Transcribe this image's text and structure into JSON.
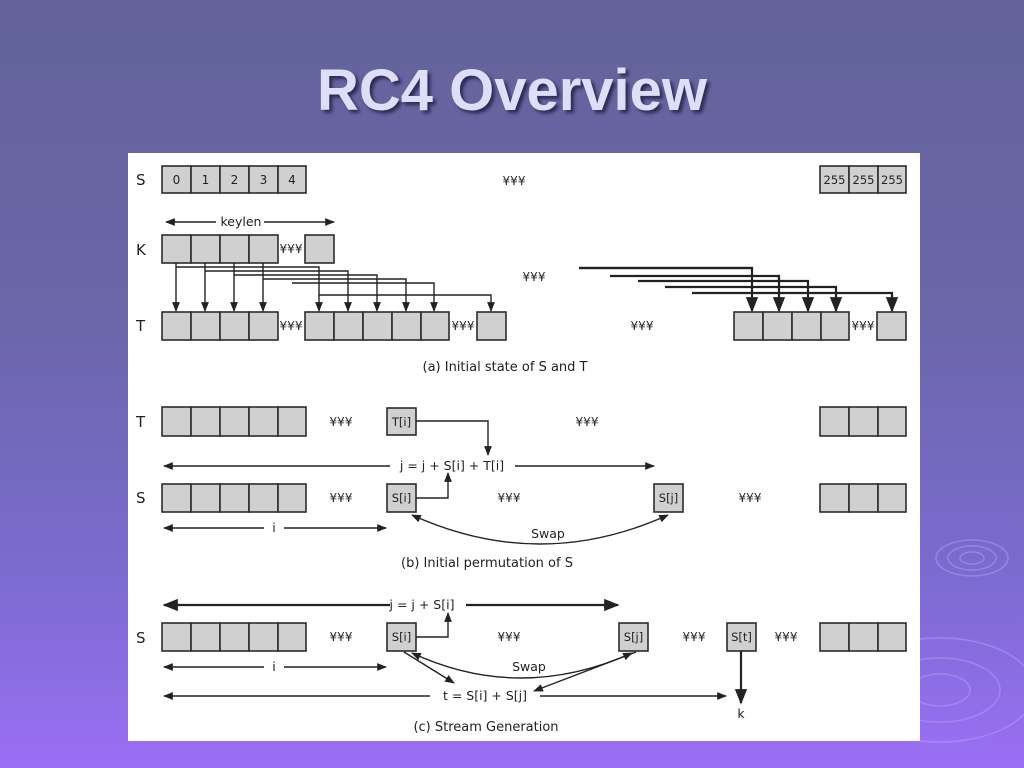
{
  "slide": {
    "title": "RC4 Overview"
  },
  "diagram": {
    "dots": "¥¥¥",
    "rows": {
      "S": "S",
      "K": "K",
      "T": "T"
    },
    "s_indices": [
      "0",
      "1",
      "2",
      "3",
      "4"
    ],
    "s_end": [
      "255",
      "255",
      "255"
    ],
    "keylen": "keylen",
    "cell_labels": {
      "ti": "T[i]",
      "si": "S[i]",
      "sj": "S[j]",
      "st": "S[t]"
    },
    "formulas": {
      "j_ksa": "j = j + S[i] + T[i]",
      "i": "i",
      "swap": "Swap",
      "j_prga": "j = j + S[i]",
      "t": "t = S[i] + S[j]",
      "k": "k"
    },
    "captions": {
      "a": "(a) Initial state of S and T",
      "b": "(b) Initial permutation of S",
      "c": "(c) Stream Generation"
    }
  },
  "colors": {
    "cell_fill": "#d0d0d0",
    "panel": "#ffffff",
    "title": "#dedef8"
  }
}
